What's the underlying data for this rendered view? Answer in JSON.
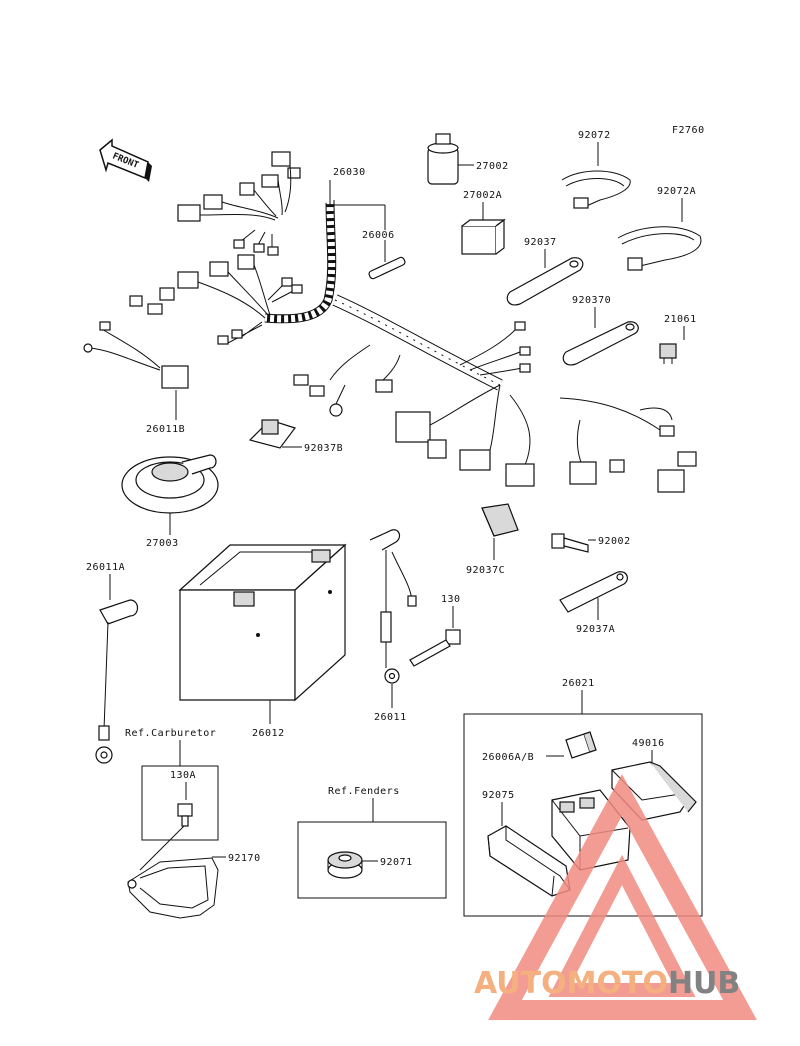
{
  "figure_code": "F2760",
  "front_label": "FRONT",
  "labels": {
    "p26030": "26030",
    "p26006": "26006",
    "p27002": "27002",
    "p27002A": "27002A",
    "p92072": "92072",
    "p92072A": "92072A",
    "p92037": "92037",
    "p920370": "920370",
    "p21061": "21061",
    "p26011B": "26011B",
    "p92037B": "92037B",
    "p27003": "27003",
    "p92037C": "92037C",
    "p92002": "92002",
    "p92037A": "92037A",
    "p26011A": "26011A",
    "p26012": "26012",
    "p130": "130",
    "p26011": "26011",
    "p26021": "26021",
    "p26006AB": "26006A/B",
    "p49016": "49016",
    "p92075": "92075",
    "ref_carburetor": "Ref.Carburetor",
    "p130A": "130A",
    "p92170": "92170",
    "ref_fenders": "Ref.Fenders",
    "p92071": "92071"
  },
  "watermark": {
    "part1": "AUTOMOTO",
    "part2": "HUB",
    "color1": "#f4a36a",
    "color2": "#6d6d6d",
    "triangle_color": "#f28b82"
  }
}
